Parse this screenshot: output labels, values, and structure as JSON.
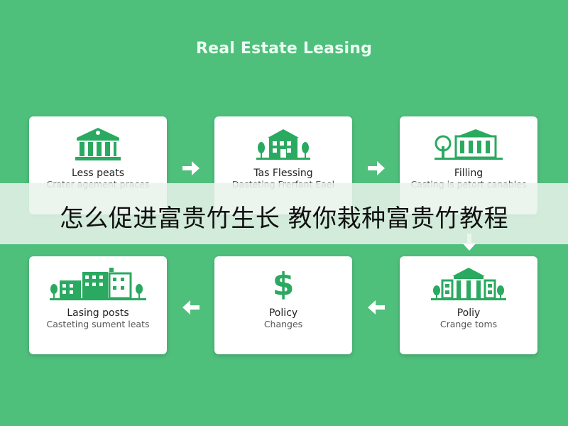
{
  "header": {
    "title": "Real Estate Leasing"
  },
  "colors": {
    "background": "#4fbf7c",
    "accent": "#2aa960",
    "card": "#ffffff",
    "banner": "#e8f2ea"
  },
  "cards": [
    {
      "id": "lease-posts",
      "icon": "bank-building-icon",
      "label": "Less peats",
      "sub": "Crater agement praces"
    },
    {
      "id": "tax-filing",
      "icon": "house-trees-icon",
      "label": "Tas Flessing",
      "sub": "Dasteting Frerfant Eael"
    },
    {
      "id": "filing",
      "icon": "building-tree-icon",
      "label": "Filling",
      "sub": "Casting is petort canables"
    },
    {
      "id": "leasing-posts",
      "icon": "city-buildings-icon",
      "label": "Lasing posts",
      "sub": "Casteting sument leats"
    },
    {
      "id": "policy-changes",
      "icon": "dollar-icon",
      "label": "Policy",
      "sub": "Changes"
    },
    {
      "id": "policy-terms",
      "icon": "courthouse-icon",
      "label": "Poliy",
      "sub": "Crange toms"
    }
  ],
  "banner": {
    "text": "怎么促进富贵竹生长 教你栽种富贵竹教程"
  }
}
